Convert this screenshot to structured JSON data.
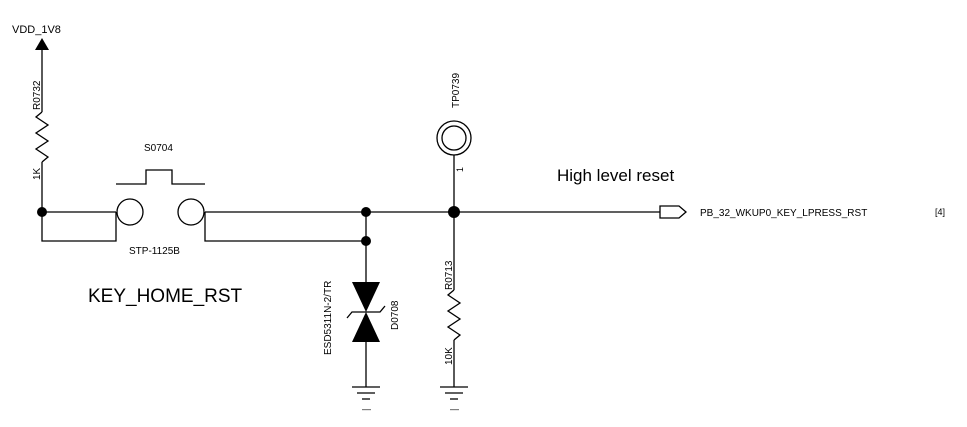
{
  "power": {
    "net": "VDD_1V8"
  },
  "resistor_pullup": {
    "ref": "R0732",
    "value": "1K"
  },
  "switch": {
    "ref": "S0704",
    "part": "STP-1125B",
    "label": "KEY_HOME_RST"
  },
  "test_point": {
    "ref": "TP0739",
    "pin": "1"
  },
  "annotation": "High level reset",
  "output": {
    "net": "PB_32_WKUP0_KEY_LPRESS_RST",
    "page_ref": "[4]"
  },
  "diode": {
    "ref": "D0708",
    "part": "ESD5311N-2/TR"
  },
  "resistor_pulldown": {
    "ref": "R0713",
    "value": "10K"
  },
  "ground_symbol": "—"
}
